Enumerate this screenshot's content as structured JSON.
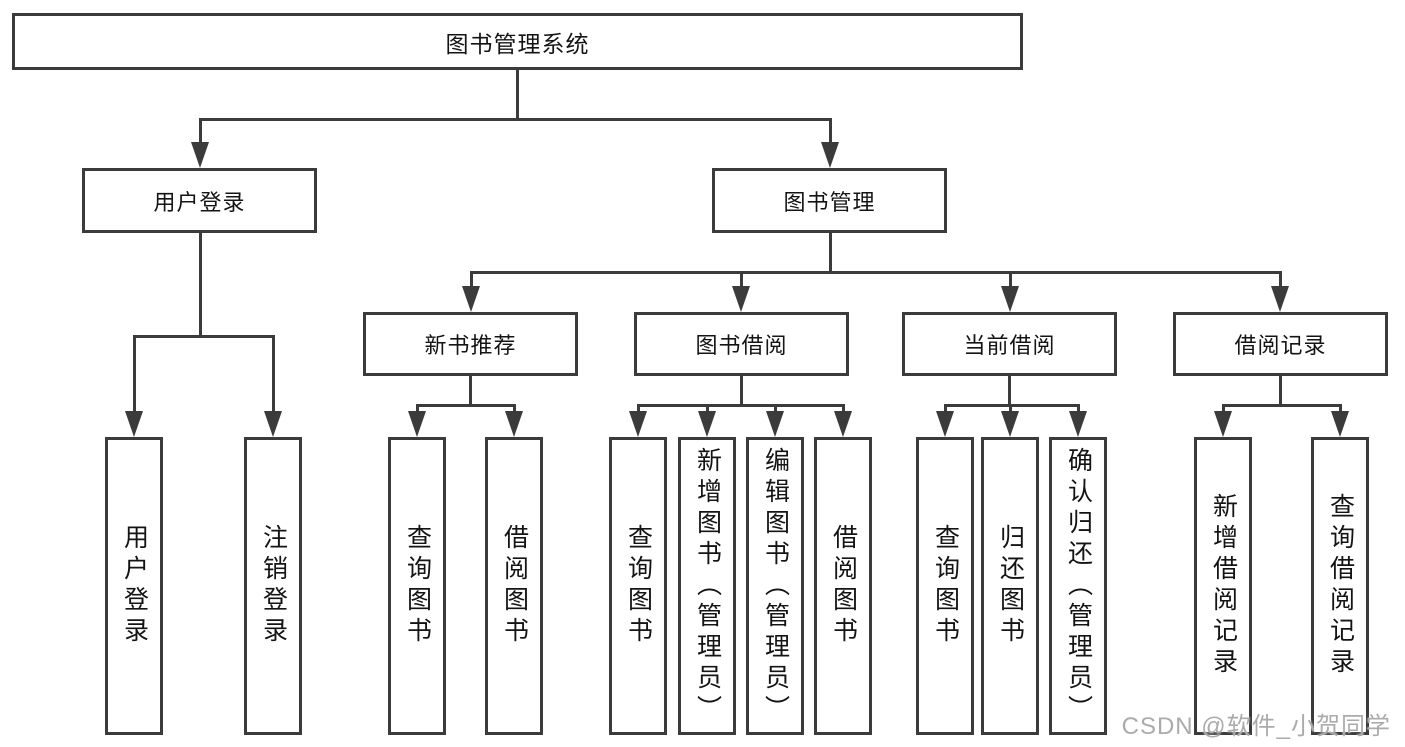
{
  "diagram": {
    "root": "图书管理系统",
    "level2": {
      "user_login": "用户登录",
      "book_management": "图书管理"
    },
    "level3": {
      "new_book": "新书推荐",
      "book_borrow": "图书借阅",
      "current_borrow": "当前借阅",
      "borrow_records": "借阅记录"
    },
    "leaves": {
      "login": [
        "用户登录",
        "注销登录"
      ],
      "new_book": [
        "查询图书",
        "借阅图书"
      ],
      "book_borrow": [
        "查询图书",
        "新增图书（管理员）",
        "编辑图书（管理员）",
        "借阅图书"
      ],
      "current_borrow": [
        "查询图书",
        "归还图书",
        "确认归还（管理员）"
      ],
      "borrow_records": [
        "新增借阅记录",
        "查询借阅记录"
      ]
    }
  },
  "watermark": "CSDN @软件_小贺同学",
  "colors": {
    "line": "#3b3b3b",
    "text": "#141414",
    "watermark": "#ababab",
    "background": "#ffffff"
  }
}
